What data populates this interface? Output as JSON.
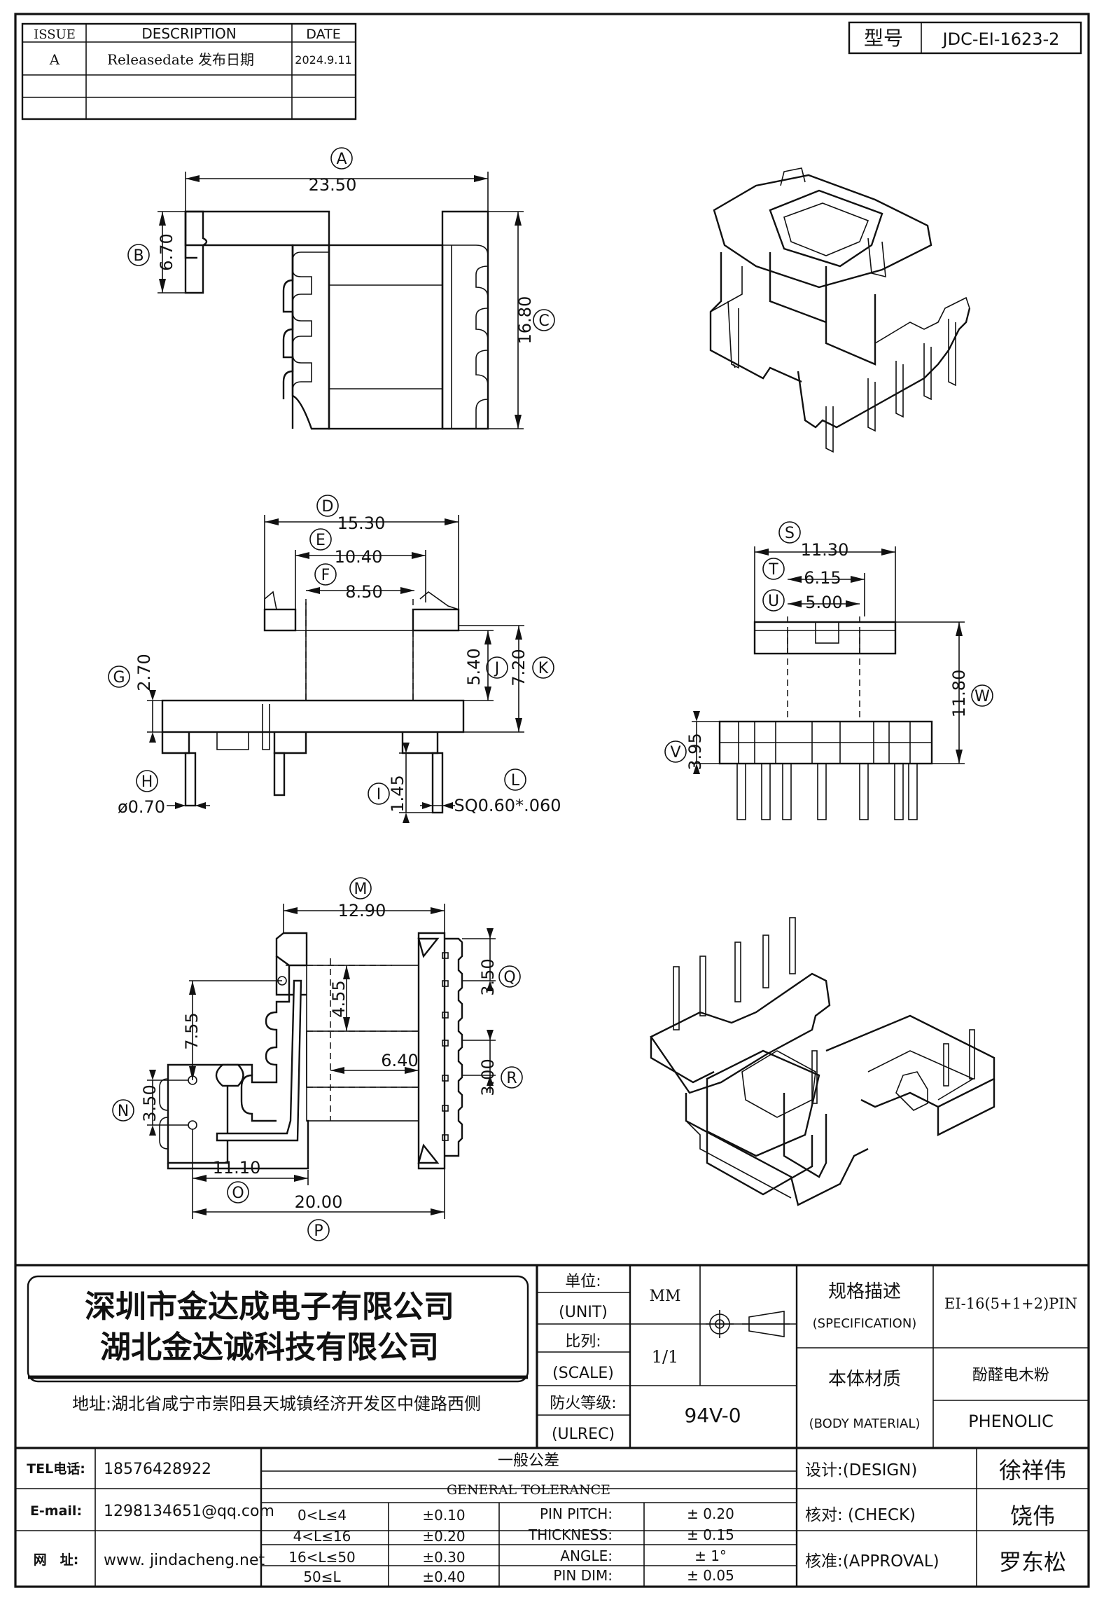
{
  "revision_table": {
    "headers": [
      "ISSUE",
      "DESCRIPTION",
      "DATE"
    ],
    "rows": [
      [
        "A",
        "Releasedate 发布日期",
        "2024.9.11"
      ]
    ]
  },
  "model": {
    "label": "型号",
    "value": "JDC-EI-1623-2"
  },
  "top_view": {
    "dims": {
      "A": "23.50",
      "B": "6.70",
      "C": "16.80"
    }
  },
  "front_view": {
    "dims": {
      "D": "15.30",
      "E": "10.40",
      "F": "8.50",
      "G": "2.70",
      "J": "5.40",
      "K": "7.20",
      "H": "ø0.70",
      "I": "1.45",
      "L": "SQ0.60*.060"
    }
  },
  "side_view": {
    "dims": {
      "S": "11.30",
      "T": "6.15",
      "U": "5.00",
      "V": "3.95",
      "W": "11.80"
    }
  },
  "bottom_view": {
    "dims": {
      "M": "12.90",
      "Q": "3.50",
      "R": "3.00",
      "N": "3.50",
      "dim_755": "7.55",
      "dim_455": "4.55",
      "dim_640": "6.40",
      "O": "11.10",
      "P": "20.00"
    }
  },
  "company": {
    "name1": "深圳市金达成电子有限公司",
    "name2": "湖北金达诚科技有限公司",
    "address": "地址:湖北省咸宁市崇阳县天城镇经济开发区中健路西侧"
  },
  "spec_block": {
    "unit_cn": "单位:",
    "unit_en": "(UNIT)",
    "unit_val": "MM",
    "scale_cn": "比列:",
    "scale_en": "(SCALE)",
    "scale_val": "1/1",
    "flame_cn": "防火等级:",
    "flame_en": "(ULREC)",
    "flame_val": "94V-0",
    "spec_cn": "规格描述",
    "spec_en": "(SPECIFICATION)",
    "spec_val": "EI-16(5+1+2)PIN",
    "material_cn": "本体材质",
    "material_en": "(BODY MATERIAL)",
    "material_val_cn": "酚醛电木粉",
    "material_val_en": "PHENOLIC"
  },
  "contact": {
    "tel_label": "TEL电话:",
    "tel": "18576428922",
    "email_label": "E-mail:",
    "email": "1298134651@qq.com",
    "web_label": "网　址:",
    "web": "www. jindacheng.net"
  },
  "tolerance": {
    "title_cn": "一般公差",
    "title_en": "GENERAL TOLERANCE",
    "ranges": [
      {
        "range": "0<L≤4",
        "tol": "±0.10"
      },
      {
        "range": "4<L≤16",
        "tol": "±0.20"
      },
      {
        "range": "16<L≤50",
        "tol": "±0.30"
      },
      {
        "range": "50≤L",
        "tol": "±0.40"
      }
    ],
    "items": [
      {
        "name": "PIN PITCH:",
        "val": "± 0.20"
      },
      {
        "name": "THICKNESS:",
        "val": "± 0.15"
      },
      {
        "name": "ANGLE:",
        "val": "± 1°"
      },
      {
        "name": "PIN DIM:",
        "val": "± 0.05"
      }
    ]
  },
  "signoff": {
    "design_label": "设计:(DESIGN)",
    "design": "徐祥伟",
    "check_label": "核对: (CHECK)",
    "check": "饶伟",
    "approval_label": "核准:(APPROVAL)",
    "approval": "罗东松"
  }
}
